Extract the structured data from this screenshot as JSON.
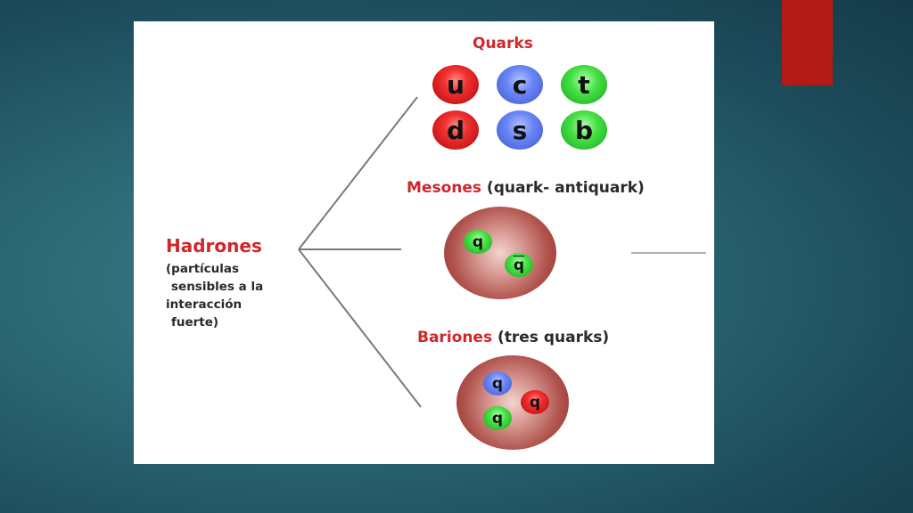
{
  "hadrones": {
    "title": "Hadrones",
    "desc_lines": [
      "(partículas",
      "sensibles a la",
      "interacción",
      "fuerte)"
    ]
  },
  "quarks": {
    "title": "Quarks",
    "items": [
      {
        "symbol": "u",
        "color": "#e02525"
      },
      {
        "symbol": "c",
        "color": "#5b78f0"
      },
      {
        "symbol": "t",
        "color": "#3ed63e"
      },
      {
        "symbol": "d",
        "color": "#e02525"
      },
      {
        "symbol": "s",
        "color": "#5b78f0"
      },
      {
        "symbol": "b",
        "color": "#3ed63e"
      }
    ]
  },
  "mesones": {
    "title_red": "Mesones",
    "title_dark": "(quark- antiquark)",
    "quark": "q",
    "antiquark": "q"
  },
  "bariones": {
    "title_red": "Bariones",
    "title_dark": "(tres quarks)",
    "q_blue": "q",
    "q_red": "q",
    "q_green": "q"
  },
  "colors": {
    "accent": "#b31b17",
    "label_red": "#d0262a",
    "background": "#2a6671"
  }
}
